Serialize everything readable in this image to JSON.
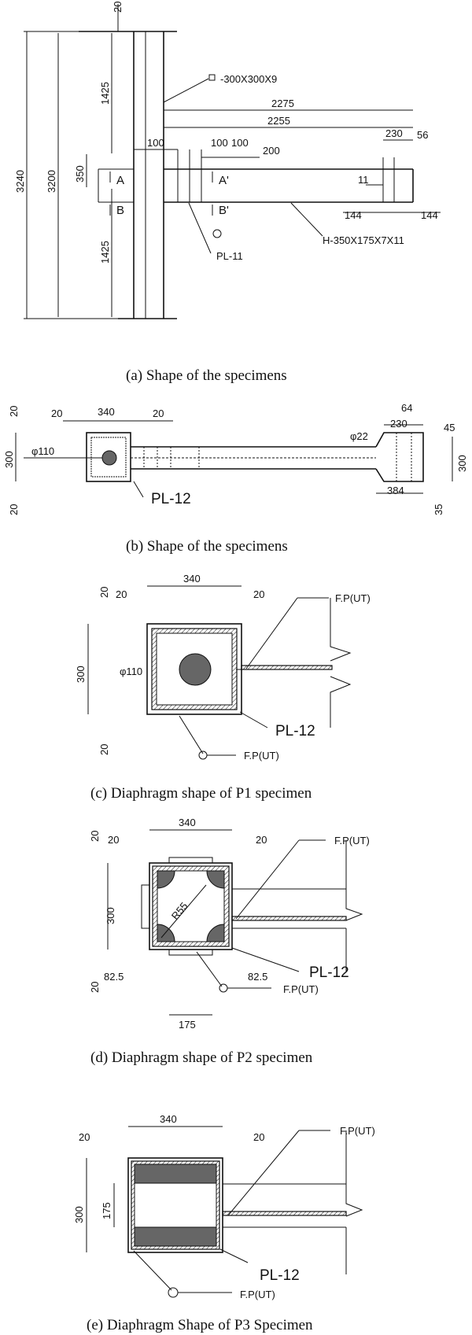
{
  "figure_a": {
    "caption": "(a) Shape of the specimens",
    "column_label": "-300X300X9",
    "beam_label": "H-350X175X7X11",
    "plate_label": "PL-11",
    "section_labels": [
      "A",
      "A'",
      "B",
      "B'"
    ],
    "dims": {
      "top": "20",
      "total_height": "3240",
      "inner_height": "3200",
      "upper": "1425",
      "lower": "1425",
      "depth": "350",
      "span1": "2275",
      "span2": "2255",
      "d100a": "100",
      "d100b": "100",
      "d100c": "100",
      "d200": "200",
      "d230": "230",
      "d56": "56",
      "d11": "11",
      "d144a": "144",
      "d144b": "144"
    }
  },
  "figure_b": {
    "caption": "(b) Shape of the specimens",
    "plate_label": "PL-12",
    "dims": {
      "d20a": "20",
      "d340": "340",
      "d20b": "20",
      "d20c": "20",
      "d300": "300",
      "d20d": "20",
      "phi110": "φ110",
      "d64": "64",
      "d230": "230",
      "d45": "45",
      "phi22": "φ22",
      "d300r": "300",
      "d384": "384",
      "d35": "35"
    }
  },
  "figure_c": {
    "caption": "(c) Diaphragm shape of P1 specimen",
    "plate_label": "PL-12",
    "weld_top": "F.P(UT)",
    "weld_bottom": "F.P(UT)",
    "dims": {
      "d20a": "20",
      "d340": "340",
      "d20b": "20",
      "d20c": "20",
      "d300": "300",
      "d20d": "20",
      "phi110": "φ110"
    }
  },
  "figure_d": {
    "caption": "(d) Diaphragm shape of P2 specimen",
    "plate_label": "PL-12",
    "weld_top": "F.P(UT)",
    "weld_bottom": "F.P(UT)",
    "dims": {
      "d340": "340",
      "d20a": "20",
      "d20b": "20",
      "d20c": "20",
      "d300": "300",
      "d20d": "20",
      "r55": "R55",
      "d82a": "82.5",
      "d82b": "82.5",
      "d175": "175"
    }
  },
  "figure_e": {
    "caption": "(e) Diaphragm Shape of P3 Specimen",
    "plate_label": "PL-12",
    "weld_top": "F.P(UT)",
    "weld_bottom": "F.P(UT)",
    "dims": {
      "d340": "340",
      "d20a": "20",
      "d20b": "20",
      "d300": "300",
      "d175": "175"
    }
  }
}
